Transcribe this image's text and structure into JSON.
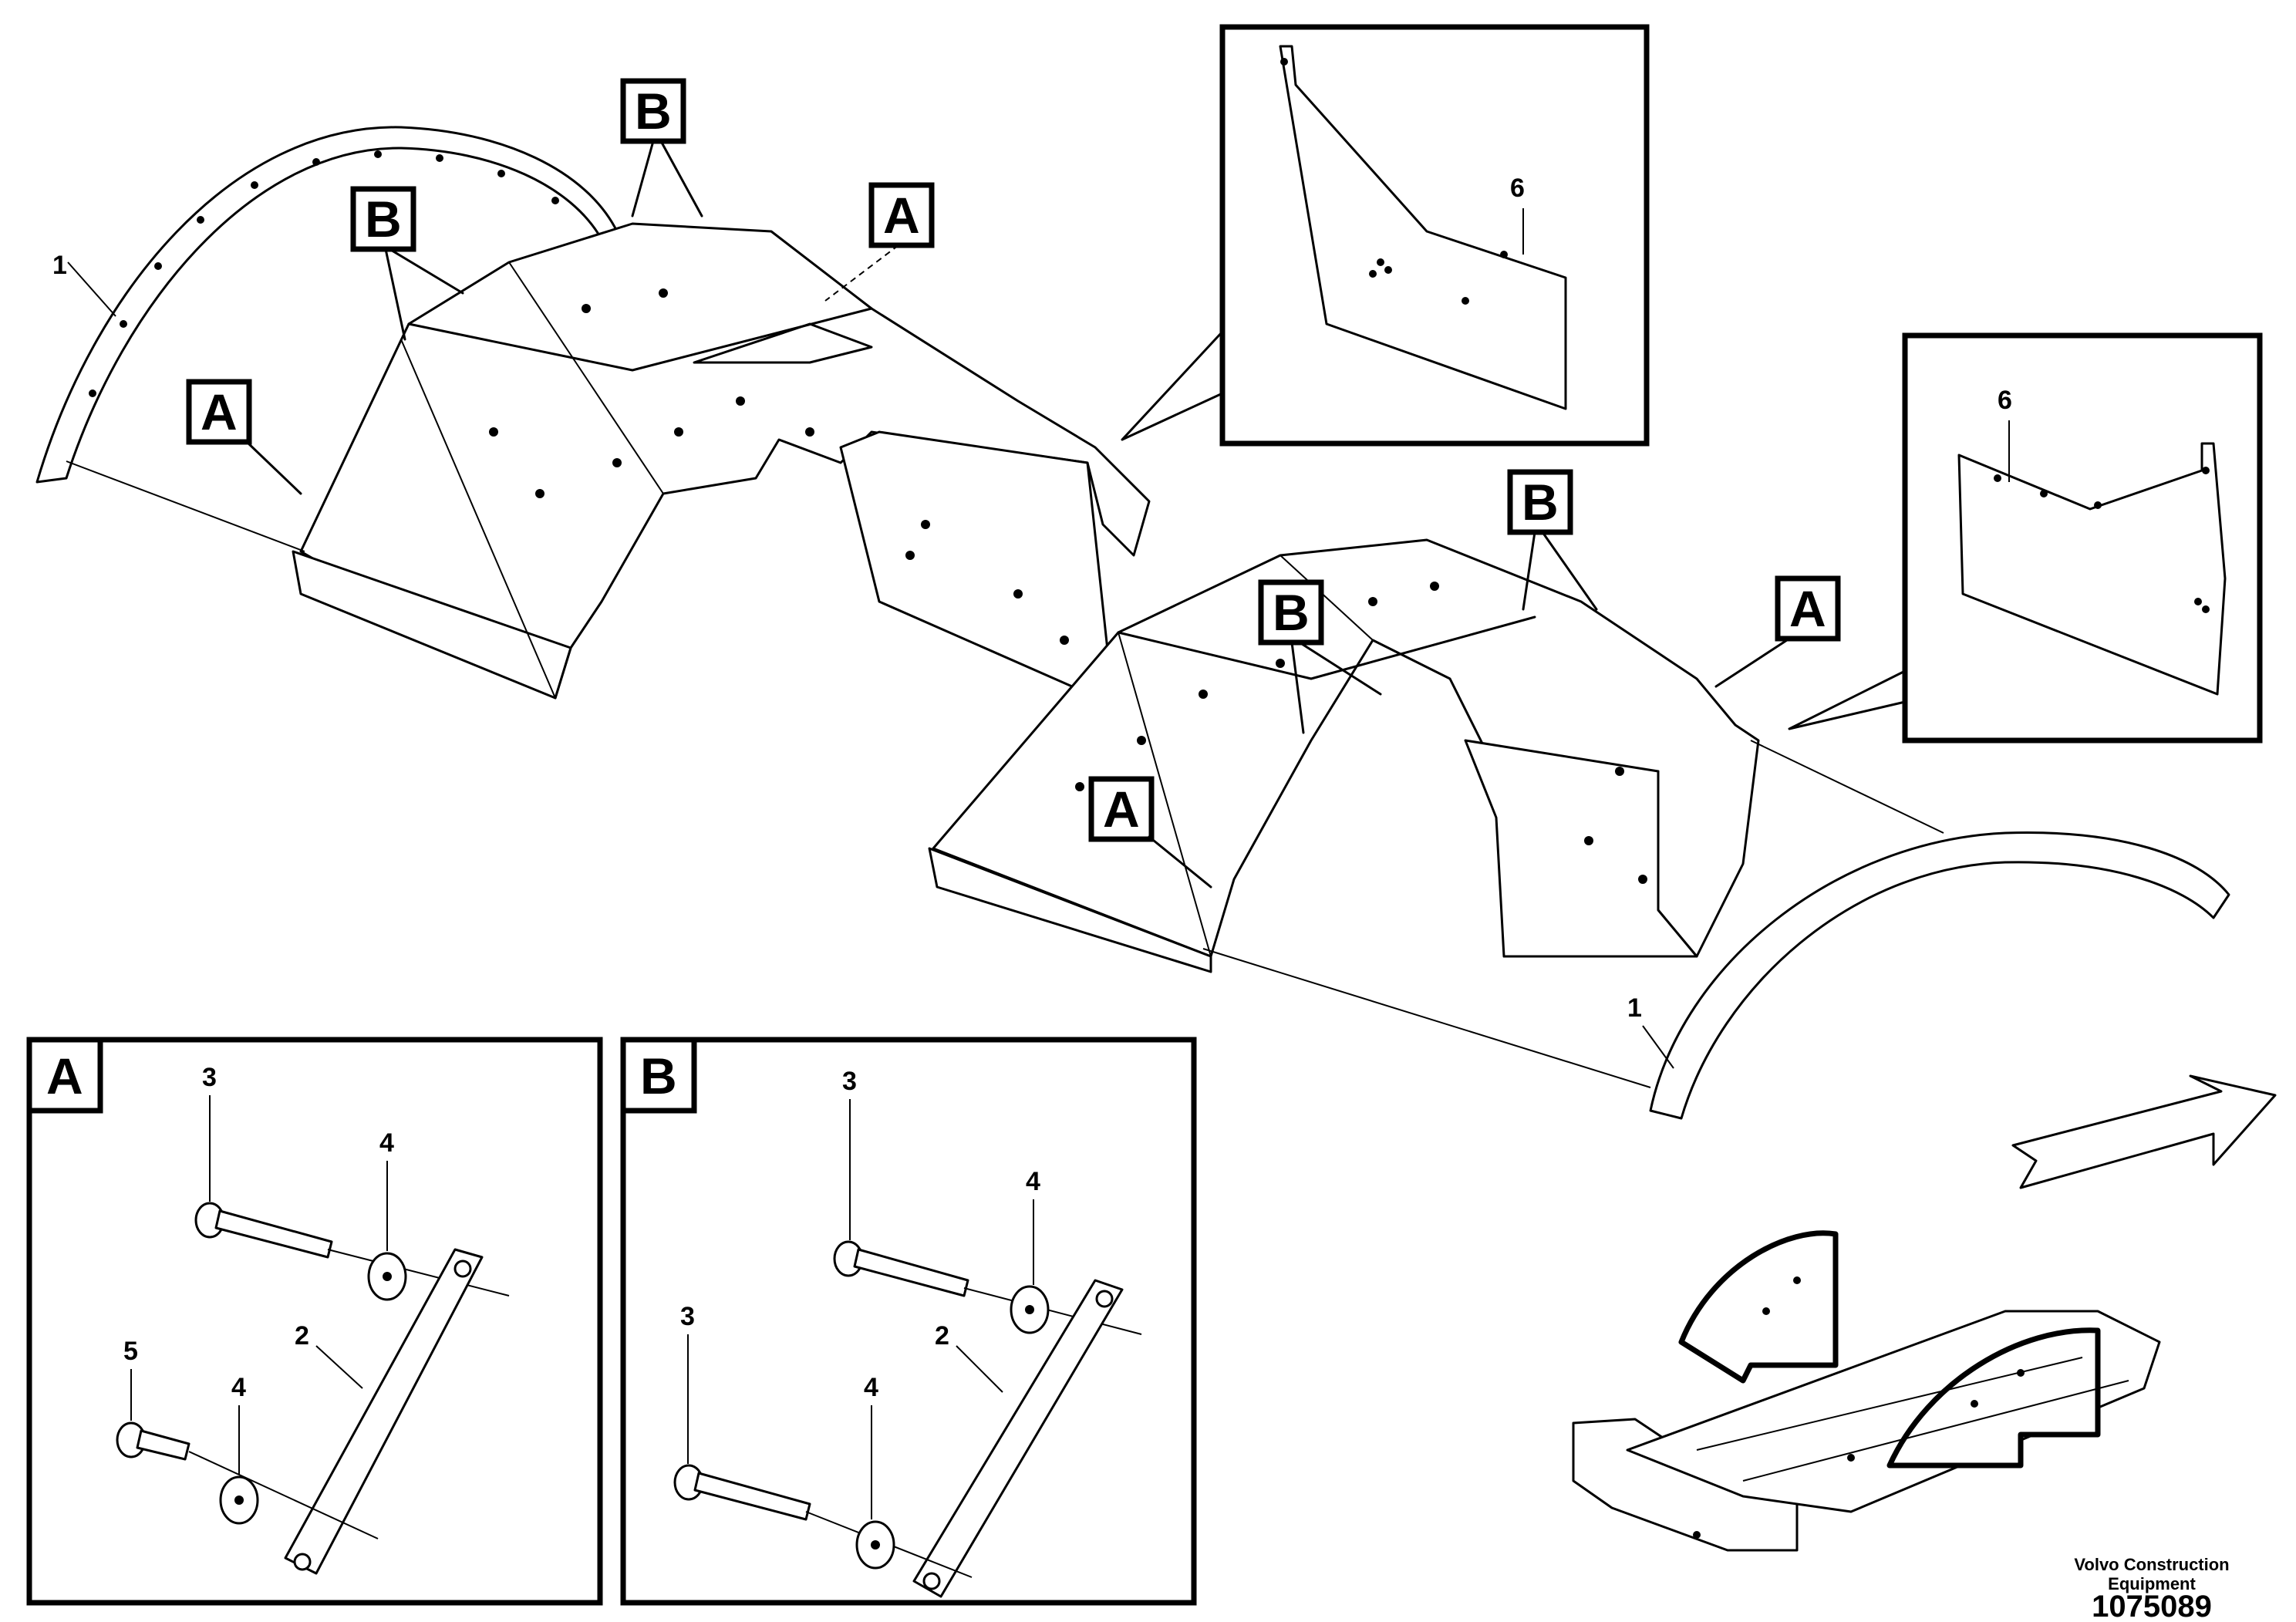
{
  "callouts": {
    "A": "A",
    "B": "B"
  },
  "part_numbers": {
    "p1": "1",
    "p2": "2",
    "p3": "3",
    "p4": "4",
    "p5": "5",
    "p6": "6"
  },
  "credit": {
    "line1": "Volvo Construction",
    "line2": "Equipment"
  },
  "document_number": "1075089"
}
